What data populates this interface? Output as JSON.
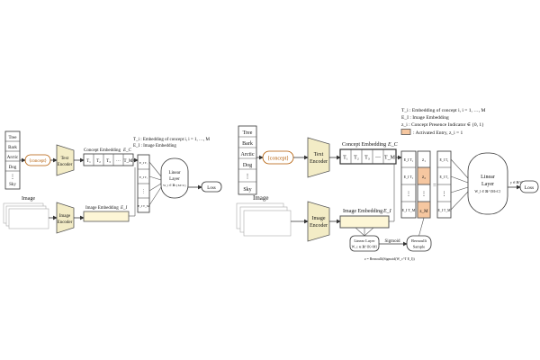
{
  "left": {
    "concepts": [
      "Tree",
      "Bark",
      "Arctic",
      "Dog",
      "⋮",
      "Sky"
    ],
    "concept_label": "⟨concept⟩",
    "text_encoder": [
      "Text",
      "Encoder"
    ],
    "concept_embedding_title": "Concept Embedding",
    "concept_embedding_symbol": "E_C",
    "tokens": [
      "T₁",
      "T₂",
      "T₃",
      "⋯",
      "T_M"
    ],
    "image_label": "Image",
    "image_encoder": [
      "Image",
      "Encoder"
    ],
    "image_embedding_title": "Image Embedding",
    "image_embedding_symbol": "E_I",
    "products": [
      "",
      "E_I T₁",
      "E_I T₂",
      "⋮",
      "E_I T_M"
    ],
    "linear": [
      "Linear",
      "Layer",
      "W_l ∈ ℝ^{M×C}"
    ],
    "loss": "Loss",
    "legend": [
      "T_i : Embedding of concept i, i = 1, …, M",
      "E_I : Image Embedding"
    ]
  },
  "right": {
    "concepts": [
      "Tree",
      "Bark",
      "Arctic",
      "Dog",
      "⋮",
      "Sky"
    ],
    "concept_label": "⟨concept⟩",
    "text_encoder": [
      "Text",
      "Encoder"
    ],
    "concept_embedding_title": "Concept Embedding",
    "concept_embedding_symbol": "E_C",
    "tokens": [
      "T₁",
      "T₂",
      "T₃",
      "⋯",
      "T_M"
    ],
    "image_label": "Image",
    "image_encoder": [
      "Image",
      "Encoder"
    ],
    "image_embedding_title": "Image Embedding",
    "image_embedding_symbol": "E_I",
    "products": [
      "E_I T₁",
      "E_I T₂",
      "⋮",
      "E_I T_M"
    ],
    "z_col": [
      "z₁",
      "z₂",
      "⋮",
      "z_M"
    ],
    "z_highlight": [
      false,
      true,
      false,
      true
    ],
    "z_col_values": [
      "z₁",
      "z₂",
      "⋮",
      "z_M"
    ],
    "result_col": [
      "E_I T₁",
      "E_I T₂",
      "⋮",
      "E_I T_M"
    ],
    "linear": [
      "Linear",
      "Layer",
      "W_l ∈ ℝ^{M×C}"
    ],
    "y_label": "y ∈ ℝ^C",
    "loss": "Loss",
    "linear_small": [
      "Linear Layer",
      "W_c ∈ ℝ^{K×M}"
    ],
    "sigmoid": "Sigmoid",
    "bernoulli": [
      "Bernoulli",
      "Sample"
    ],
    "formula": "z = Bernoulli(Sigmoid(W_c^T E_I))",
    "legend": [
      "T_i : Embedding of concept i, i = 1, …, M",
      "E_I : Image Embedding",
      "z_i : Concept Presence Indicator ∈ {0, 1}",
      ": Activated Entry, z_i = 1"
    ]
  },
  "colors": {
    "encoder_fill": "#f3ecc6",
    "embedding_fill": "#fdf6d6",
    "activated": "#f6c7a0",
    "concept_text": "#b35a00"
  }
}
